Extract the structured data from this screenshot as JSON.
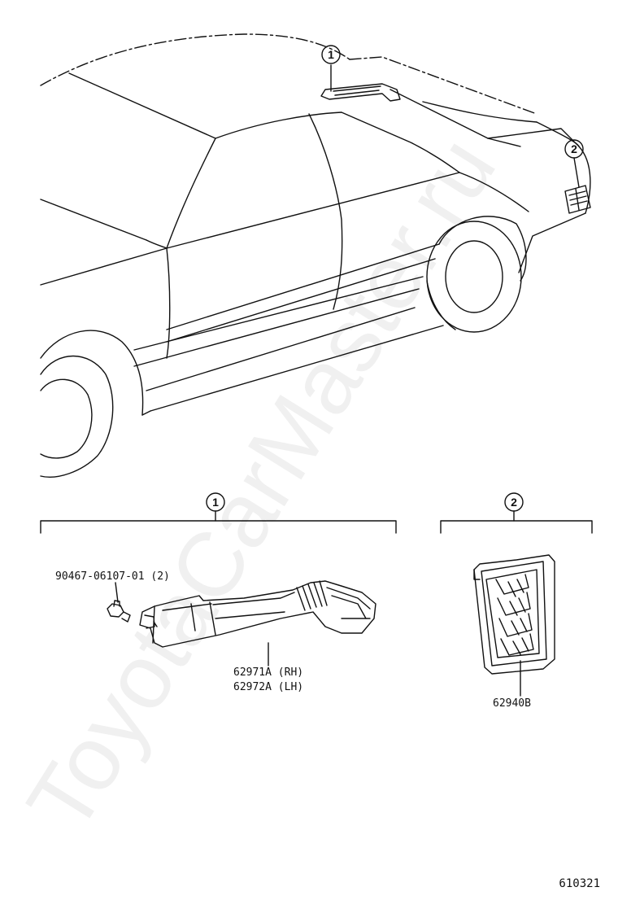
{
  "watermark": "ToyotaCarMaster.ru",
  "callouts": {
    "one": "1",
    "two": "2"
  },
  "parts": {
    "bolt_number": "90467-06107-01 (2)",
    "duct_rh": "62971A (RH)",
    "duct_lh": "62972A (LH)",
    "vent_grille": "62940B"
  },
  "diagram_id": "610321"
}
